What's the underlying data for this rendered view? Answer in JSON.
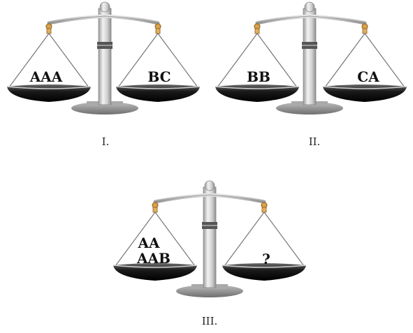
{
  "scales": [
    {
      "caption": "I.",
      "left_pan": [
        "AAA"
      ],
      "right_pan": [
        "BC"
      ]
    },
    {
      "caption": "II.",
      "left_pan": [
        "BB"
      ],
      "right_pan": [
        "CA"
      ]
    },
    {
      "caption": "III.",
      "left_pan": [
        "AA",
        "AAB"
      ],
      "right_pan": [
        "?"
      ]
    }
  ]
}
